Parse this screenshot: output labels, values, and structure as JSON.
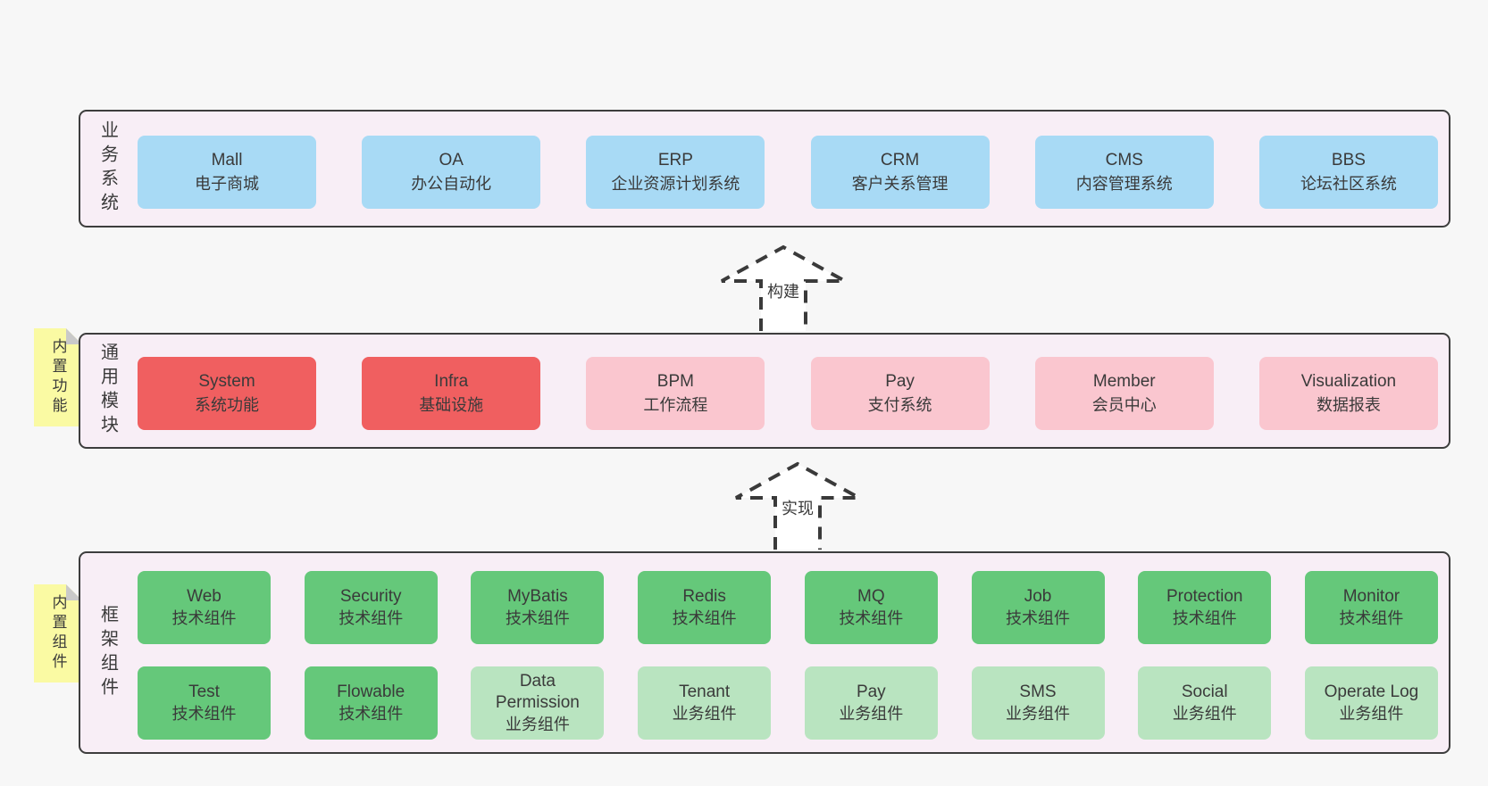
{
  "colors": {
    "page_bg": "#f7f7f7",
    "section_bg": "#f8eef6",
    "border": "#3d3d3d",
    "text": "#3a3a3a",
    "blue": "#a8daf5",
    "red": "#f05f60",
    "pink": "#fac6cf",
    "green": "#65c87a",
    "light_green": "#b9e4c0",
    "yellow": "#fafaa3",
    "fold": "#c9c9c9"
  },
  "sections": {
    "business": {
      "label": "业务系统",
      "items": [
        {
          "title": "Mall",
          "subtitle": "电子商城"
        },
        {
          "title": "OA",
          "subtitle": "办公自动化"
        },
        {
          "title": "ERP",
          "subtitle": "企业资源计划系统"
        },
        {
          "title": "CRM",
          "subtitle": "客户关系管理"
        },
        {
          "title": "CMS",
          "subtitle": "内容管理系统"
        },
        {
          "title": "BBS",
          "subtitle": "论坛社区系统"
        }
      ]
    },
    "modules": {
      "label": "通用模块",
      "items": [
        {
          "title": "System",
          "subtitle": "系统功能"
        },
        {
          "title": "Infra",
          "subtitle": "基础设施"
        },
        {
          "title": "BPM",
          "subtitle": "工作流程"
        },
        {
          "title": "Pay",
          "subtitle": "支付系统"
        },
        {
          "title": "Member",
          "subtitle": "会员中心"
        },
        {
          "title": "Visualization",
          "subtitle": "数据报表"
        }
      ]
    },
    "framework": {
      "label": "框架组件",
      "row1": [
        {
          "title": "Web",
          "subtitle": "技术组件"
        },
        {
          "title": "Security",
          "subtitle": "技术组件"
        },
        {
          "title": "MyBatis",
          "subtitle": "技术组件"
        },
        {
          "title": "Redis",
          "subtitle": "技术组件"
        },
        {
          "title": "MQ",
          "subtitle": "技术组件"
        },
        {
          "title": "Job",
          "subtitle": "技术组件"
        },
        {
          "title": "Protection",
          "subtitle": "技术组件"
        },
        {
          "title": "Monitor",
          "subtitle": "技术组件"
        }
      ],
      "row2": [
        {
          "title": "Test",
          "subtitle": "技术组件"
        },
        {
          "title": "Flowable",
          "subtitle": "技术组件"
        },
        {
          "title": "Data Permission",
          "subtitle": "业务组件"
        },
        {
          "title": "Tenant",
          "subtitle": "业务组件"
        },
        {
          "title": "Pay",
          "subtitle": "业务组件"
        },
        {
          "title": "SMS",
          "subtitle": "业务组件"
        },
        {
          "title": "Social",
          "subtitle": "业务组件"
        },
        {
          "title": "Operate Log",
          "subtitle": "业务组件"
        }
      ]
    }
  },
  "notes": [
    {
      "label": "内置功能"
    },
    {
      "label": "内置组件"
    }
  ],
  "arrows": [
    {
      "label": "构建"
    },
    {
      "label": "实现"
    }
  ]
}
